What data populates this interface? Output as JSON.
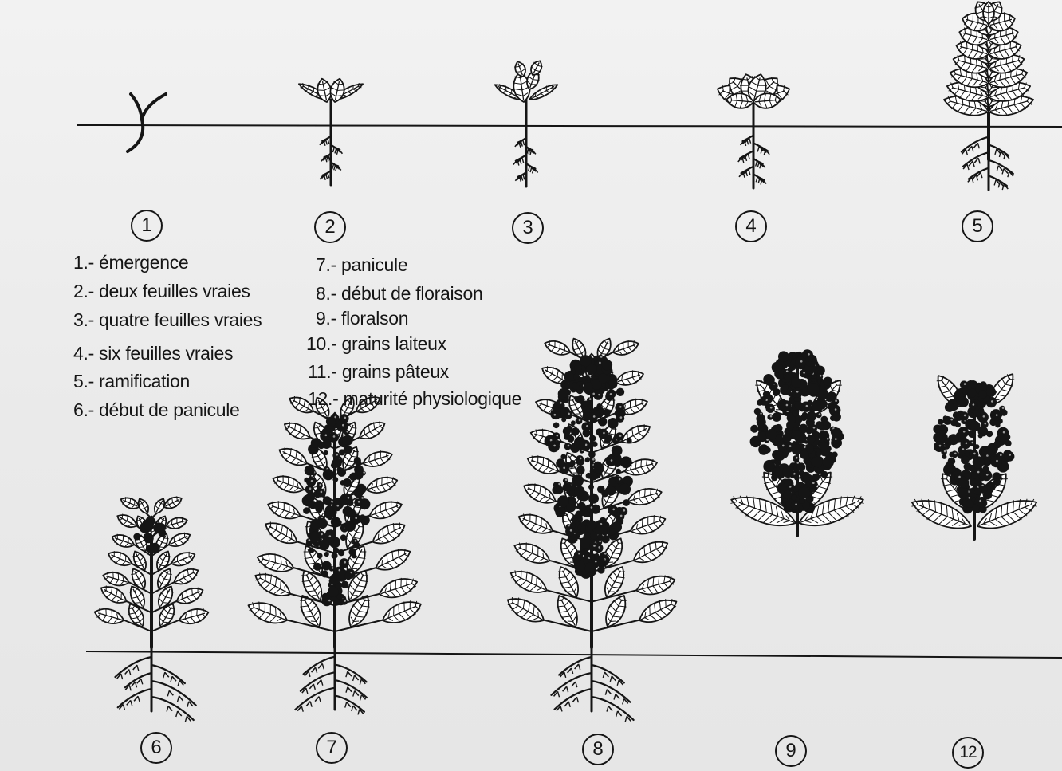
{
  "legend": {
    "col1": [
      "1.- émergence",
      "2.- deux feuilles vraies",
      "3.- quatre feuilles vraies",
      "4.- six feuilles vraies",
      "5.- ramification",
      "6.- début de panicule"
    ],
    "col2": [
      "7.- panicule",
      "8.- début de floraison",
      "9.- floralson",
      "10.- grains laiteux",
      "11.- grains pâteux",
      "12.- maturité physiologique"
    ]
  },
  "stages": {
    "top": [
      "1",
      "2",
      "3",
      "4",
      "5"
    ],
    "bottom": [
      "6",
      "7",
      "8",
      "9",
      "12"
    ]
  },
  "colors": {
    "ink": "#151515",
    "background": "#eeeeee",
    "leaf_fill": "#ffffff"
  }
}
